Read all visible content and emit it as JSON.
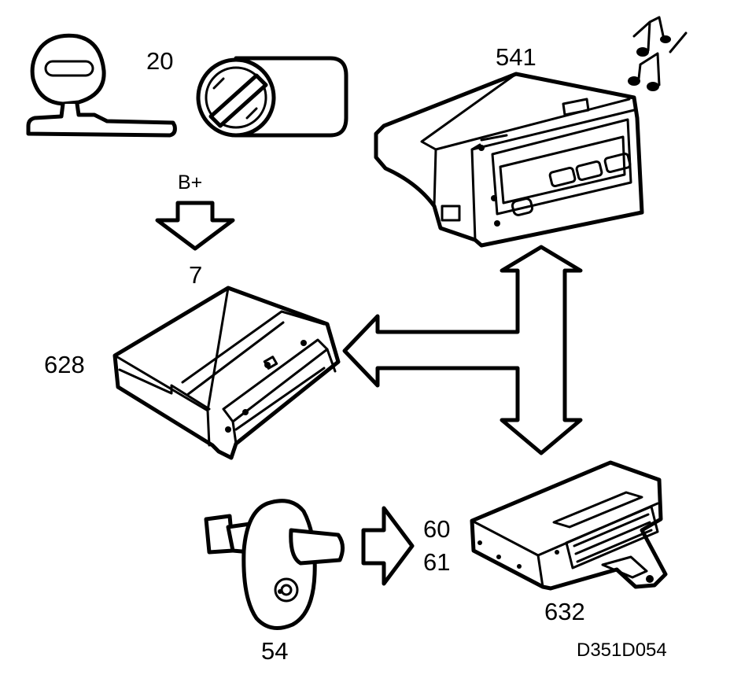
{
  "labels": {
    "ignition_key": "20",
    "battery": "B+",
    "fuse": "7",
    "radio": "541",
    "cd_changer": "628",
    "door_switch": "54",
    "connector_a": "60",
    "connector_b": "61",
    "control_module": "632",
    "drawing_ref": "D351D054"
  },
  "colors": {
    "line": "#000000",
    "background": "#ffffff"
  },
  "icons": [
    "key-icon",
    "lock-cylinder-icon",
    "music-notes-icon"
  ]
}
